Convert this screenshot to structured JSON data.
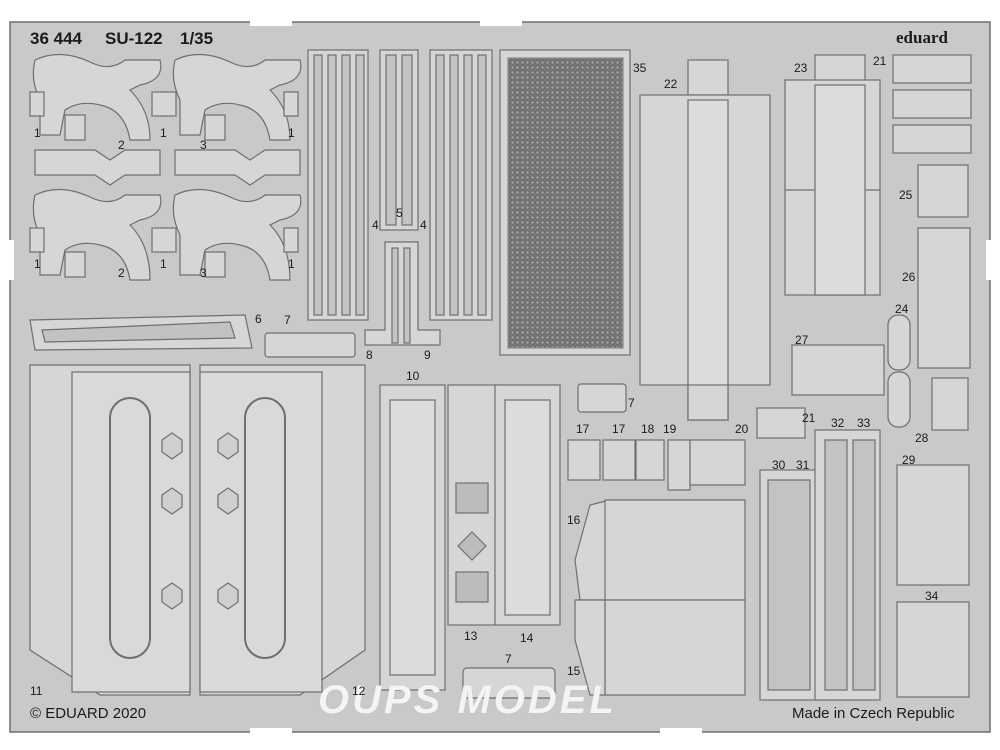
{
  "header": {
    "code": "36 444",
    "model": "SU-122",
    "scale": "1/35"
  },
  "brand": "eduard",
  "footer": {
    "copyright": "© EDUARD 2020",
    "origin": "Made in Czech Republic"
  },
  "watermark": "OUPS MODEL",
  "part_labels": [
    "1",
    "2",
    "3",
    "4",
    "5",
    "6",
    "7",
    "8",
    "9",
    "10",
    "11",
    "12",
    "13",
    "14",
    "15",
    "16",
    "17",
    "18",
    "19",
    "20",
    "21",
    "22",
    "23",
    "24",
    "25",
    "26",
    "27",
    "28",
    "29",
    "30",
    "31",
    "32",
    "33",
    "34",
    "35"
  ],
  "colors": {
    "fret": "#c9c9c9",
    "part": "#d6d6d6",
    "outline": "#6f6f6f",
    "background": "#ffffff",
    "text": "#1b1b1b"
  }
}
